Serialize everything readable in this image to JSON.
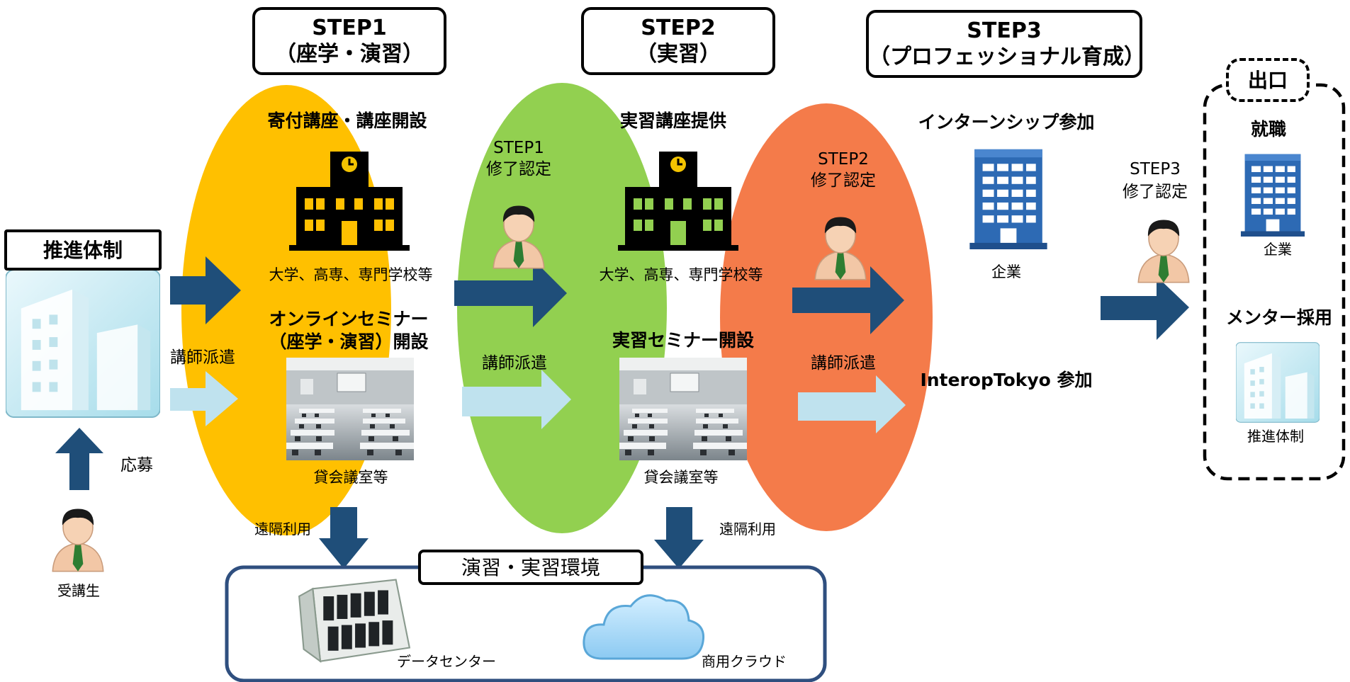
{
  "left": {
    "structure_title": "推進体制",
    "apply_label": "応募",
    "student_label": "受講生",
    "dispatch_label": "講師派遣"
  },
  "step1": {
    "header_line1": "STEP1",
    "header_line2": "（座学・演習）",
    "title1": "寄付講座・講座開設",
    "school_caption": "大学、高専、専門学校等",
    "title2_line1": "オンラインセミナー",
    "title2_line2": "（座学・演習）開設",
    "room_caption": "貸会議室等",
    "remote_label": "遠隔利用",
    "cert_line1": "STEP1",
    "cert_line2": "修了認定",
    "dispatch_label": "講師派遣"
  },
  "step2": {
    "header_line1": "STEP2",
    "header_line2": "（実習）",
    "title1": "実習講座提供",
    "school_caption": "大学、高専、専門学校等",
    "title2": "実習セミナー開設",
    "room_caption": "貸会議室等",
    "remote_label": "遠隔利用",
    "cert_line1": "STEP2",
    "cert_line2": "修了認定",
    "dispatch_label": "講師派遣"
  },
  "step3": {
    "header_line1": "STEP3",
    "header_line2": "（プロフェッショナル育成）",
    "title1": "インターンシップ参加",
    "company_caption": "企業",
    "title2": "InteropTokyo 参加",
    "cert_line1": "STEP3",
    "cert_line2": "修了認定"
  },
  "exit": {
    "title": "出口",
    "job_label": "就職",
    "company_caption": "企業",
    "mentor_label": "メンター採用",
    "structure_caption": "推進体制"
  },
  "env": {
    "title": "演習・実習環境",
    "datacenter_label": "データセンター",
    "cloud_label": "商用クラウド"
  },
  "colors": {
    "step1": "#FFC000",
    "step2": "#92D050",
    "step3": "#F47B4A",
    "arrow_dark": "#1F4E79",
    "arrow_light": "#BFE2EE",
    "env_border": "#2F4F7F"
  }
}
